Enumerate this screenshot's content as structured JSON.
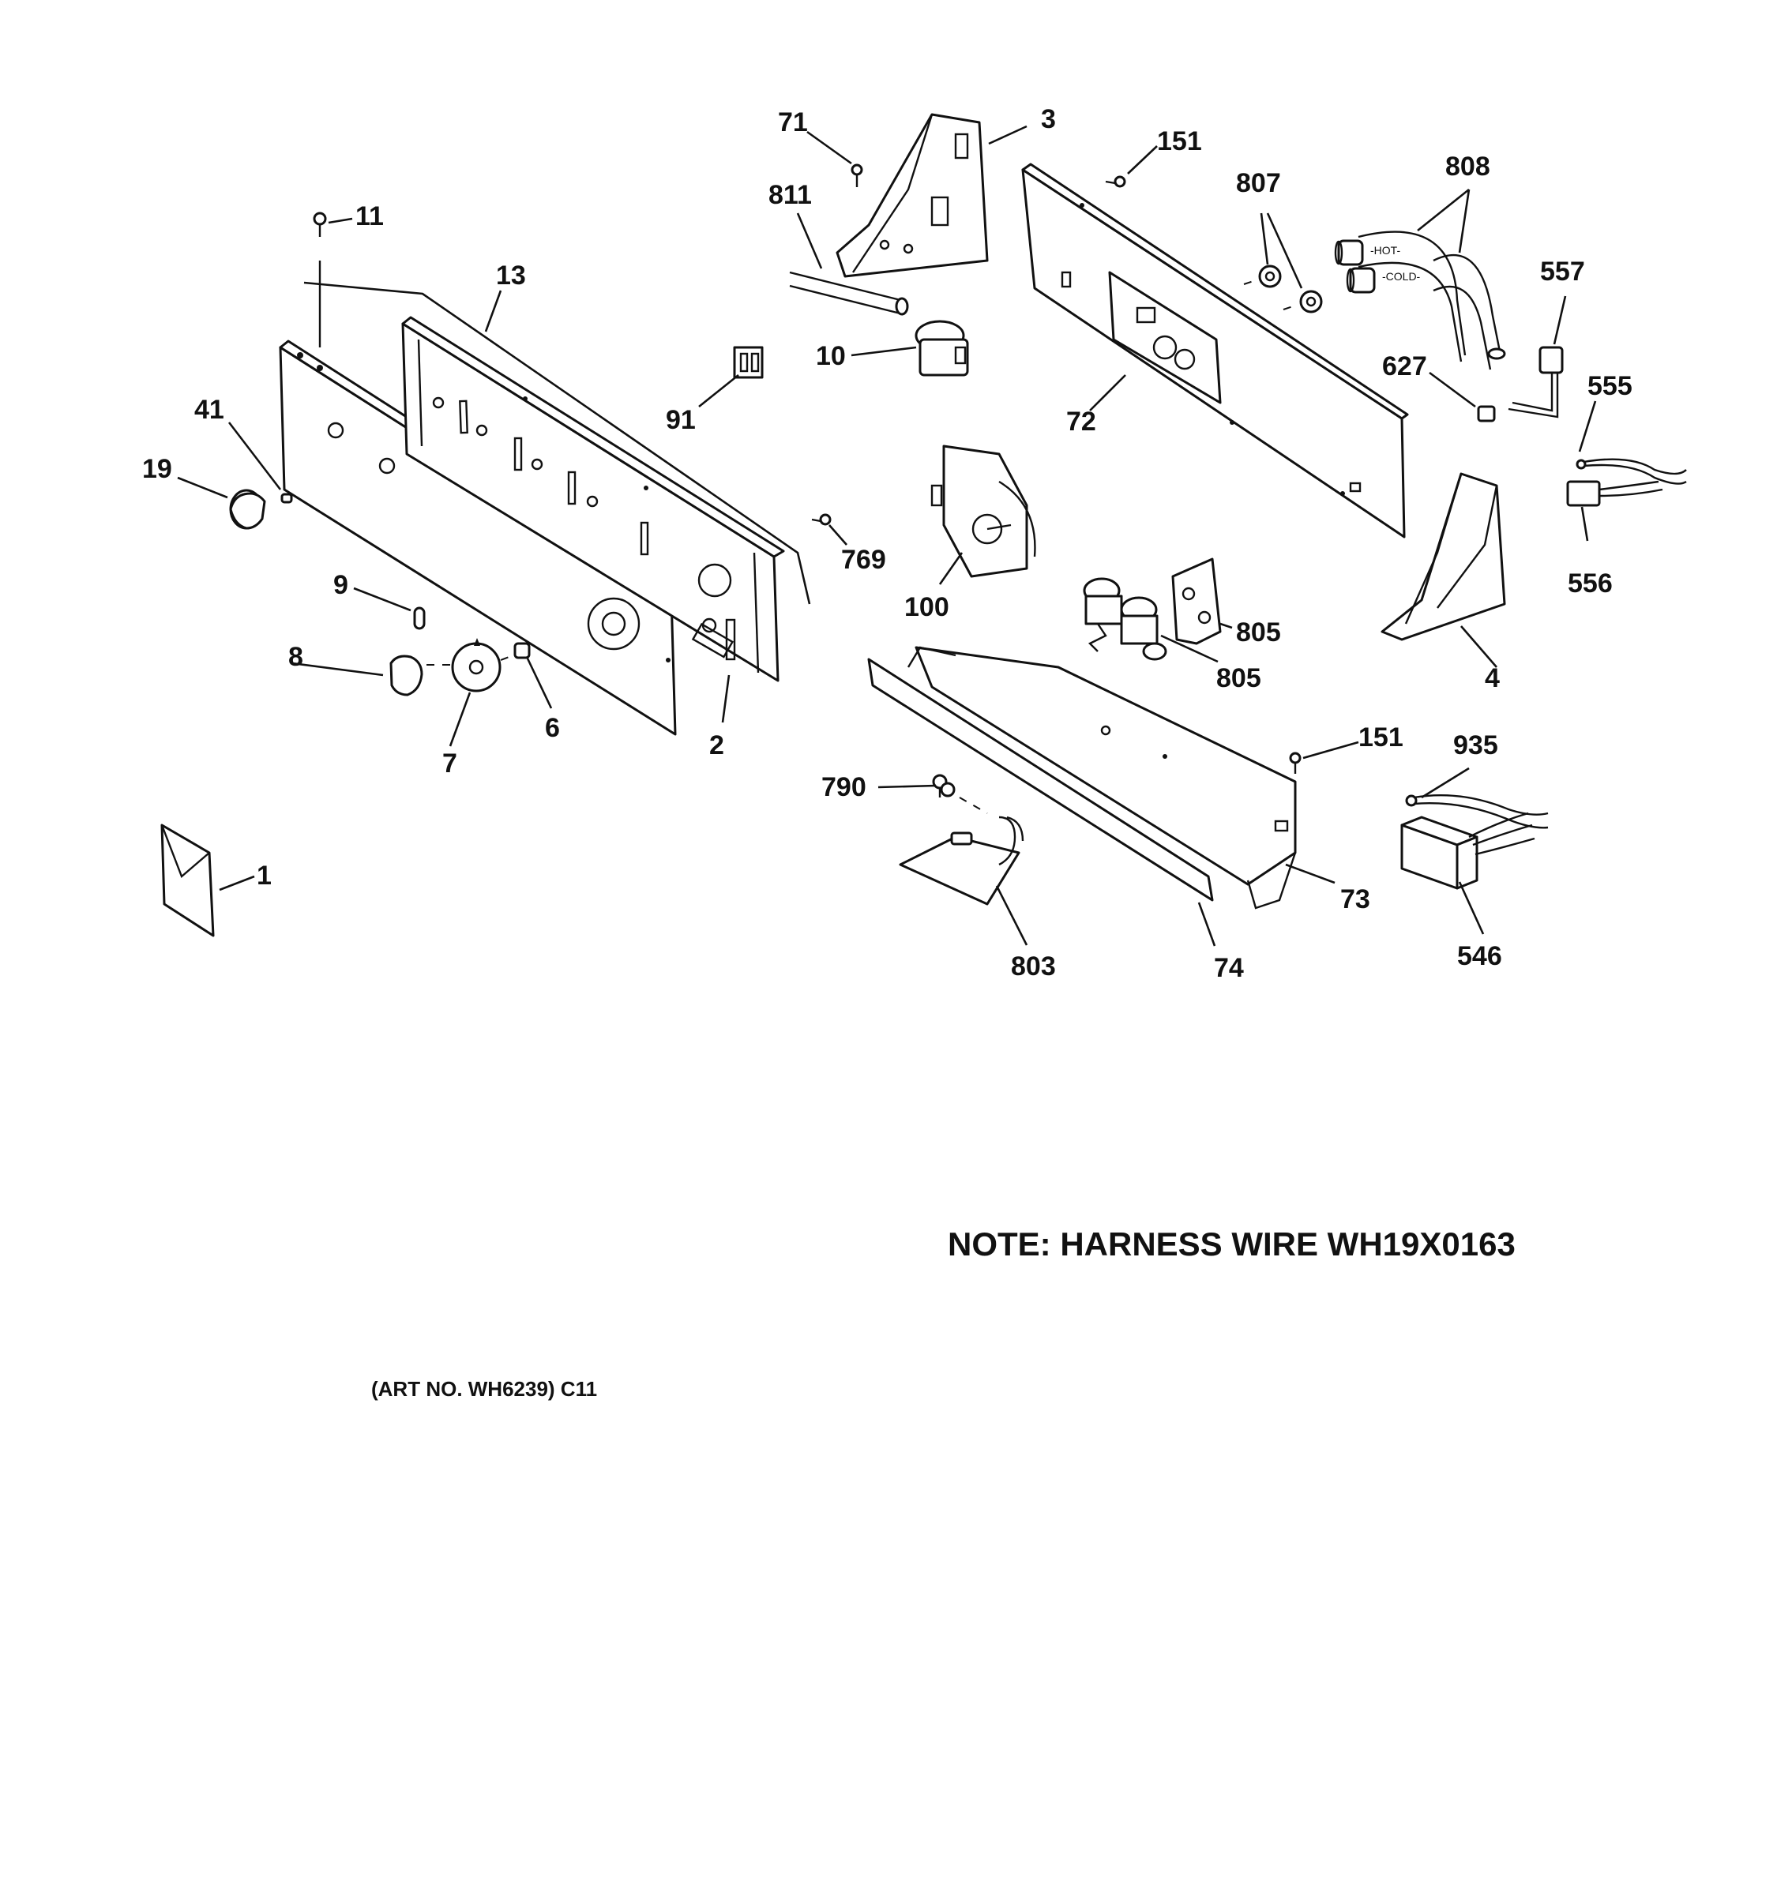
{
  "diagram": {
    "labels": {
      "p71": "71",
      "p3": "3",
      "p151a": "151",
      "p807": "807",
      "p808": "808",
      "p811": "811",
      "p11": "11",
      "p13": "13",
      "p557": "557",
      "p10": "10",
      "p627": "627",
      "p555": "555",
      "p91": "91",
      "p72": "72",
      "p41": "41",
      "p19": "19",
      "p769": "769",
      "p100": "100",
      "p556": "556",
      "p9": "9",
      "p805a": "805",
      "p8": "8",
      "p4": "4",
      "p805b": "805",
      "p6": "6",
      "p2": "2",
      "p7": "7",
      "p151b": "151",
      "p935": "935",
      "p790": "790",
      "p1": "1",
      "p73": "73",
      "p803": "803",
      "p74": "74",
      "p546": "546"
    },
    "hose_text": {
      "hot": "-HOT-",
      "cold": "-COLD-"
    },
    "note": "NOTE: HARNESS WIRE WH19X0163",
    "art_no": "(ART NO. WH6239) C11"
  }
}
